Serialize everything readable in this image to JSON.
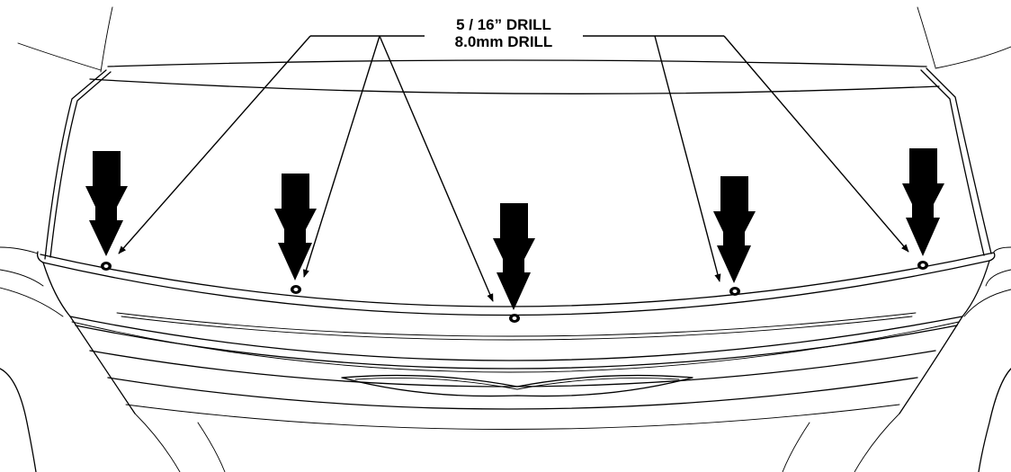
{
  "callout": {
    "line1": "5 / 16” DRILL",
    "line2": "8.0mm DRILL"
  },
  "drill_points": 5,
  "colors": {
    "ink": "#000000",
    "background": "#ffffff"
  }
}
